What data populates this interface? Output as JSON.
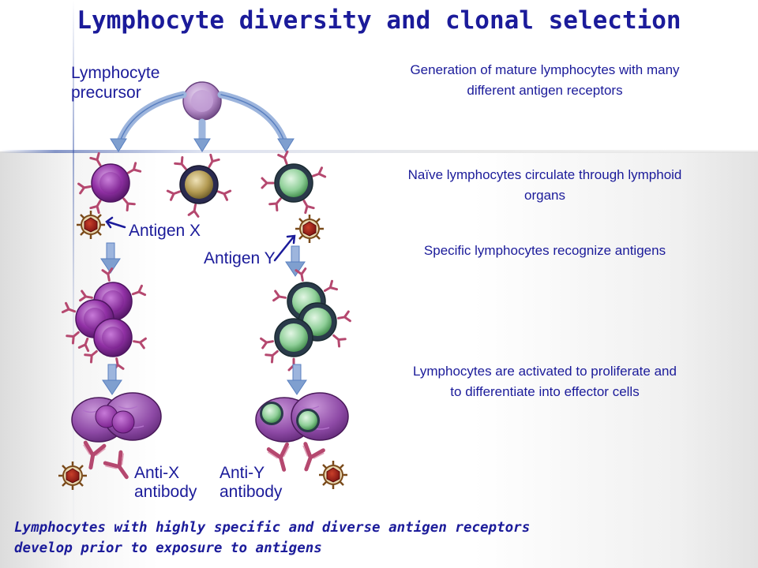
{
  "title": "Lymphocyte diversity and clonal selection",
  "labels": {
    "precursor": [
      "Lymphocyte",
      "precursor"
    ],
    "antigen_x": "Antigen X",
    "antigen_y": "Antigen Y",
    "anti_x": [
      "Anti-X",
      "antibody"
    ],
    "anti_y": [
      "Anti-Y",
      "antibody"
    ]
  },
  "descriptions": {
    "generation": [
      "Generation of mature lymphocytes with many",
      "different antigen receptors"
    ],
    "naive": [
      "Naïve lymphocytes circulate through lymphoid",
      "organs"
    ],
    "specific": "Specific lymphocytes recognize antigens",
    "activated": [
      "Lymphocytes are activated to proliferate and",
      "to differentiate into effector cells"
    ]
  },
  "footer": [
    "Lymphocytes with highly specific and diverse antigen receptors",
    "develop prior to exposure to antigens"
  ],
  "colors": {
    "text": "#1b1b9a",
    "cell_precursor": "#c9a6d8",
    "cell_x": "#9b3bb0",
    "cell_middle": "#b59a52",
    "cell_y": "#8fcf98",
    "receptor": "#b5486f",
    "arrow": "#7f9fcf",
    "antigen": "#9a4a1a"
  }
}
